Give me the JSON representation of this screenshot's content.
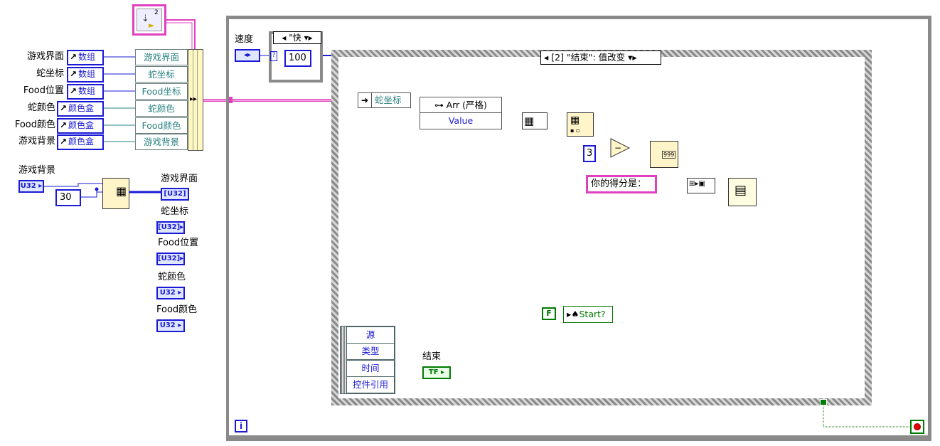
{
  "bundle": {
    "rows": [
      {
        "label": "游戏界面",
        "control": "数组",
        "field": "游戏界面"
      },
      {
        "label": "蛇坐标",
        "control": "数组",
        "field": "蛇坐标"
      },
      {
        "label": "Food位置",
        "control": "数组",
        "field": "Food坐标"
      },
      {
        "label": "蛇颜色",
        "control": "颜色盒",
        "field": "蛇颜色"
      },
      {
        "label": "Food颜色",
        "control": "颜色盒",
        "field": "Food颜色"
      },
      {
        "label": "游戏背景",
        "control": "颜色盒",
        "field": "游戏背景"
      }
    ],
    "top_icon_number": "2"
  },
  "init": {
    "bg_label": "游戏背景",
    "size_constant": "30",
    "indicators": [
      {
        "label": "游戏界面",
        "type": "U32"
      },
      {
        "label": "蛇坐标",
        "type": "U32"
      },
      {
        "label": "Food位置",
        "type": "U32"
      },
      {
        "label": "蛇颜色",
        "type": "U32"
      },
      {
        "label": "Food颜色",
        "type": "U32"
      }
    ]
  },
  "loop": {
    "speed_label": "速度",
    "speed_case": "\"快",
    "speed_value": "100",
    "iteration_icon": "i"
  },
  "event_structure": {
    "selector": "[2] \"结束\": 值改变",
    "unbundle_field": "蛇坐标",
    "variant_func": "Arr (严格)",
    "variant_value": "Value",
    "subtract_constant": "3",
    "score_string": "你的得分是：",
    "local_var_const": "F",
    "local_var_name": "Start?",
    "event_data": [
      "源",
      "类型",
      "时间",
      "控件引用"
    ],
    "end_label": "结束",
    "end_type": "TF"
  },
  "colors": {
    "wire_cluster": "#e040c0",
    "wire_numeric": "#1a1ad6",
    "wire_bool": "#007a00",
    "structure_frame": "#8a8a8a"
  }
}
